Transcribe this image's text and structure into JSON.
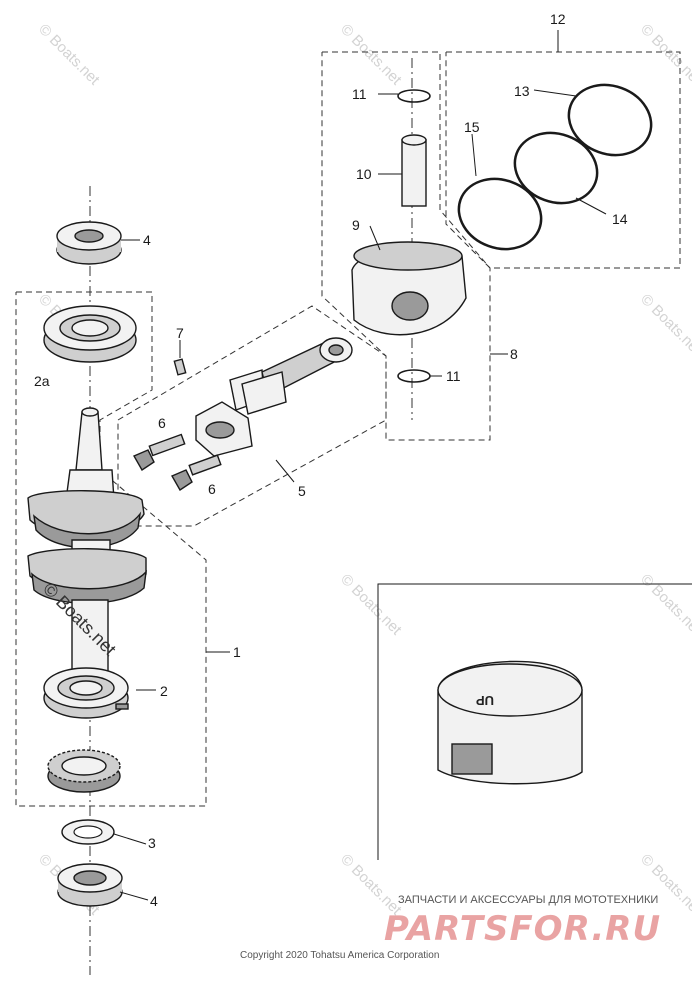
{
  "watermark": "© Boats.net",
  "callouts": {
    "c1": "1",
    "c2": "2",
    "c2a": "2a",
    "c3": "3",
    "c4a": "4",
    "c4b": "4",
    "c5": "5",
    "c6a": "6",
    "c6b": "6",
    "c7": "7",
    "c8": "8",
    "c9": "9",
    "c10": "10",
    "c11a": "11",
    "c11b": "11",
    "c12": "12",
    "c13": "13",
    "c14": "14",
    "c15": "15"
  },
  "detail": {
    "piston_marking": "UP"
  },
  "footer": {
    "copyright": "Copyright 2020 Tohatsu America Corporation",
    "brand_tagline": "ЗАПЧАСТИ И АКСЕССУАРЫ ДЛЯ МОТОТЕХНИКИ",
    "brand_logo": "PARTSFOR.RU"
  }
}
